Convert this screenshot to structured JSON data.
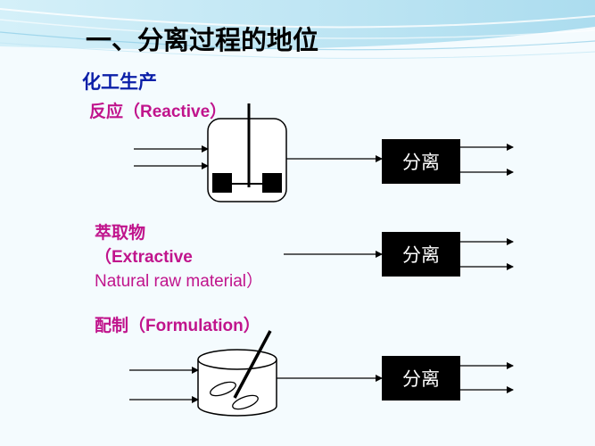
{
  "title": "一、分离过程的地位",
  "subtitle": "化工生产",
  "sections": {
    "reactive": {
      "label": "反应（Reactive）",
      "box_label": "分离"
    },
    "extractive": {
      "label_line1": "萃取物",
      "label_line2": "（Extractive",
      "label_line3": "Natural raw material）",
      "box_label": "分离"
    },
    "formulation": {
      "label": "配制（Formulation）",
      "box_label": "分离"
    }
  },
  "colors": {
    "title": "#000000",
    "subtitle": "#0b1fa8",
    "labels": "#c0148c",
    "box": "#000000",
    "header_wave": "#a9dcef"
  }
}
